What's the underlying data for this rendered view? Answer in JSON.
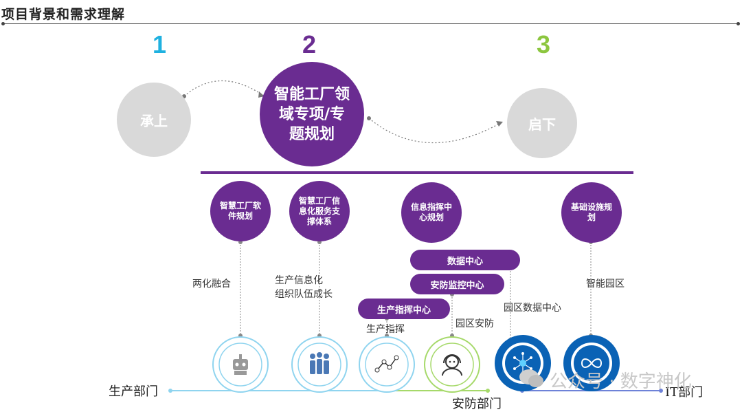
{
  "page": {
    "title": "项目背景和需求理解"
  },
  "steps": [
    {
      "number": "1",
      "color": "#1fb1e0"
    },
    {
      "number": "2",
      "color": "#6a2c91"
    },
    {
      "number": "3",
      "color": "#8cc63f"
    }
  ],
  "top_nodes": {
    "left": "承上",
    "center": "智能工厂领域专项/专题规划",
    "right": "启下"
  },
  "categories": [
    {
      "label": "智慧工厂软件规划"
    },
    {
      "label": "智慧工厂信息化服务支撑体系"
    },
    {
      "label": "信息指挥中心规划"
    },
    {
      "label": "基础设施规划"
    }
  ],
  "labels": {
    "liang_hua": "两化融合",
    "sheng_chan_xin_xi_hua": "生产信息化",
    "zu_zhi": "组织队伍成长",
    "sheng_chan_zhi_hui": "生产指挥",
    "yuan_qu_an_fang": "园区安防",
    "yuan_qu_shu_ju": "园区数据中心",
    "zhi_neng_yuan_qu": "智能园区"
  },
  "pills": {
    "data_center": "数据中心",
    "security_center": "安防监控中心",
    "production_center": "生产指挥中心"
  },
  "departments": {
    "production": "生产部门",
    "security": "安防部门",
    "it": "IT部门"
  },
  "icons": [
    "robot-icon",
    "team-icon",
    "network-chart-icon",
    "support-agent-icon",
    "iot-hub-icon",
    "infinity-icon"
  ],
  "watermark": "公众号 · 数字神化",
  "colors": {
    "purple": "#6a2c91",
    "light_blue": "#8fd4ef",
    "green": "#a6d96a",
    "dark_blue": "#0a62b5",
    "gray": "#d9d9d9"
  }
}
